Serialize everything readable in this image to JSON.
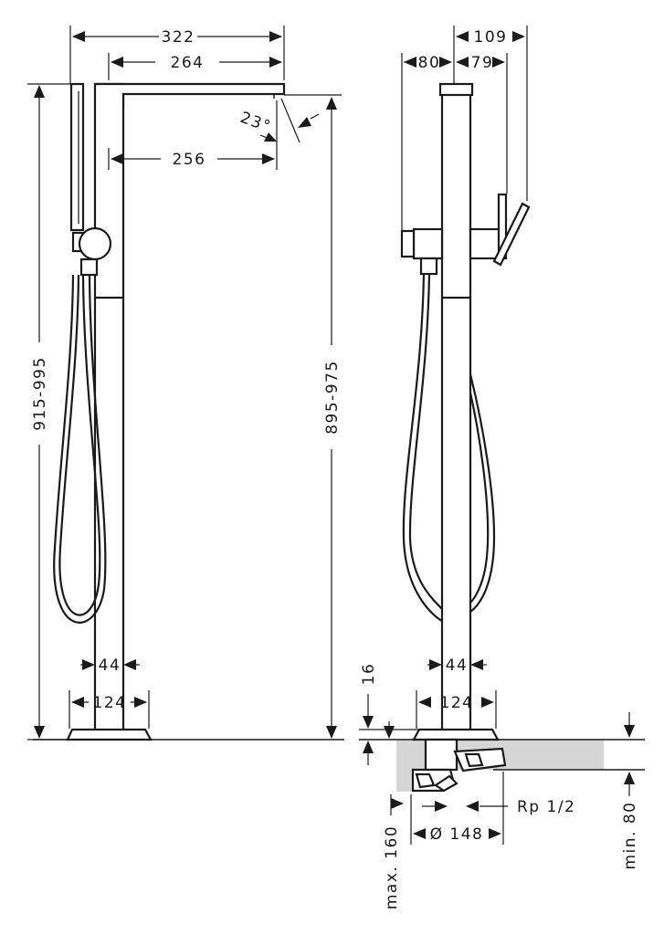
{
  "dimensions": {
    "front": {
      "width_total": "322",
      "spout_reach": "264",
      "spout_inner": "256",
      "angle": "23°",
      "height_total": "915-995",
      "height_spout": "895-975",
      "column": "44",
      "base": "124"
    },
    "side": {
      "width_right": "109",
      "width_left": "80",
      "width_mid": "79",
      "column": "44",
      "base": "124",
      "floor_gap": "16",
      "depth_max": "max. 160",
      "depth_min": "min. 80",
      "diameter": "Ø 148",
      "connection": "Rp 1/2"
    }
  }
}
